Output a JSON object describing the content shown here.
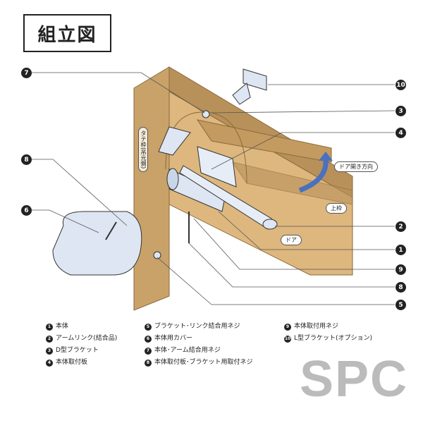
{
  "title": "組立図",
  "watermark": "SPC",
  "diagram_labels": {
    "frame": "タテ枠(吊元側)",
    "open_direction": "ドア開き方向",
    "top_frame": "上枠",
    "door": "ドア"
  },
  "callouts": {
    "c7": "7",
    "c10": "10",
    "c3": "3",
    "c4": "4",
    "c8a": "8",
    "c6": "6",
    "c2": "2",
    "c1": "1",
    "c9": "9",
    "c8b": "8",
    "c5": "5"
  },
  "legend": [
    {
      "n": "1",
      "text": "本体"
    },
    {
      "n": "2",
      "text": "アームリンク(結合品)"
    },
    {
      "n": "3",
      "text": "D型ブラケット"
    },
    {
      "n": "4",
      "text": "本体取付板"
    },
    {
      "n": "5",
      "text": "ブラケット･リンク結合用ネジ"
    },
    {
      "n": "6",
      "text": "本体用カバー"
    },
    {
      "n": "7",
      "text": "本体･アーム結合用ネジ"
    },
    {
      "n": "8",
      "text": "本体取付板･ブラケット用取付ネジ"
    },
    {
      "n": "9",
      "text": "本体取付用ネジ"
    },
    {
      "n": "10",
      "text": "L型ブラケット(オプション)"
    }
  ]
}
